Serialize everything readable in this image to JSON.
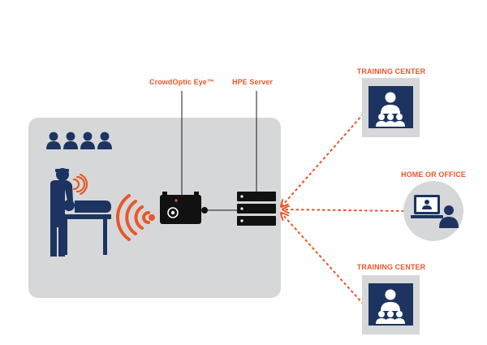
{
  "colors": {
    "accent": "#e8572a",
    "navy": "#1d3461",
    "panel": "#d6d7d9",
    "white": "#ffffff",
    "line": "#1a1a1a",
    "device": "#111111"
  },
  "labels": {
    "crowdoptic": "CrowdOptic Eye™",
    "hpe_server": "HPE Server",
    "training_top": "TRAINING CENTER",
    "home_office": "HOME OR OFFICE",
    "training_bottom": "TRAINING CENTER"
  },
  "icons": [
    "audience-icon",
    "surgeon-icon",
    "patient-icon",
    "wireless-signal-icon",
    "crowdoptic-eye-device-icon",
    "server-icon",
    "training-center-icon",
    "laptop-user-icon"
  ]
}
